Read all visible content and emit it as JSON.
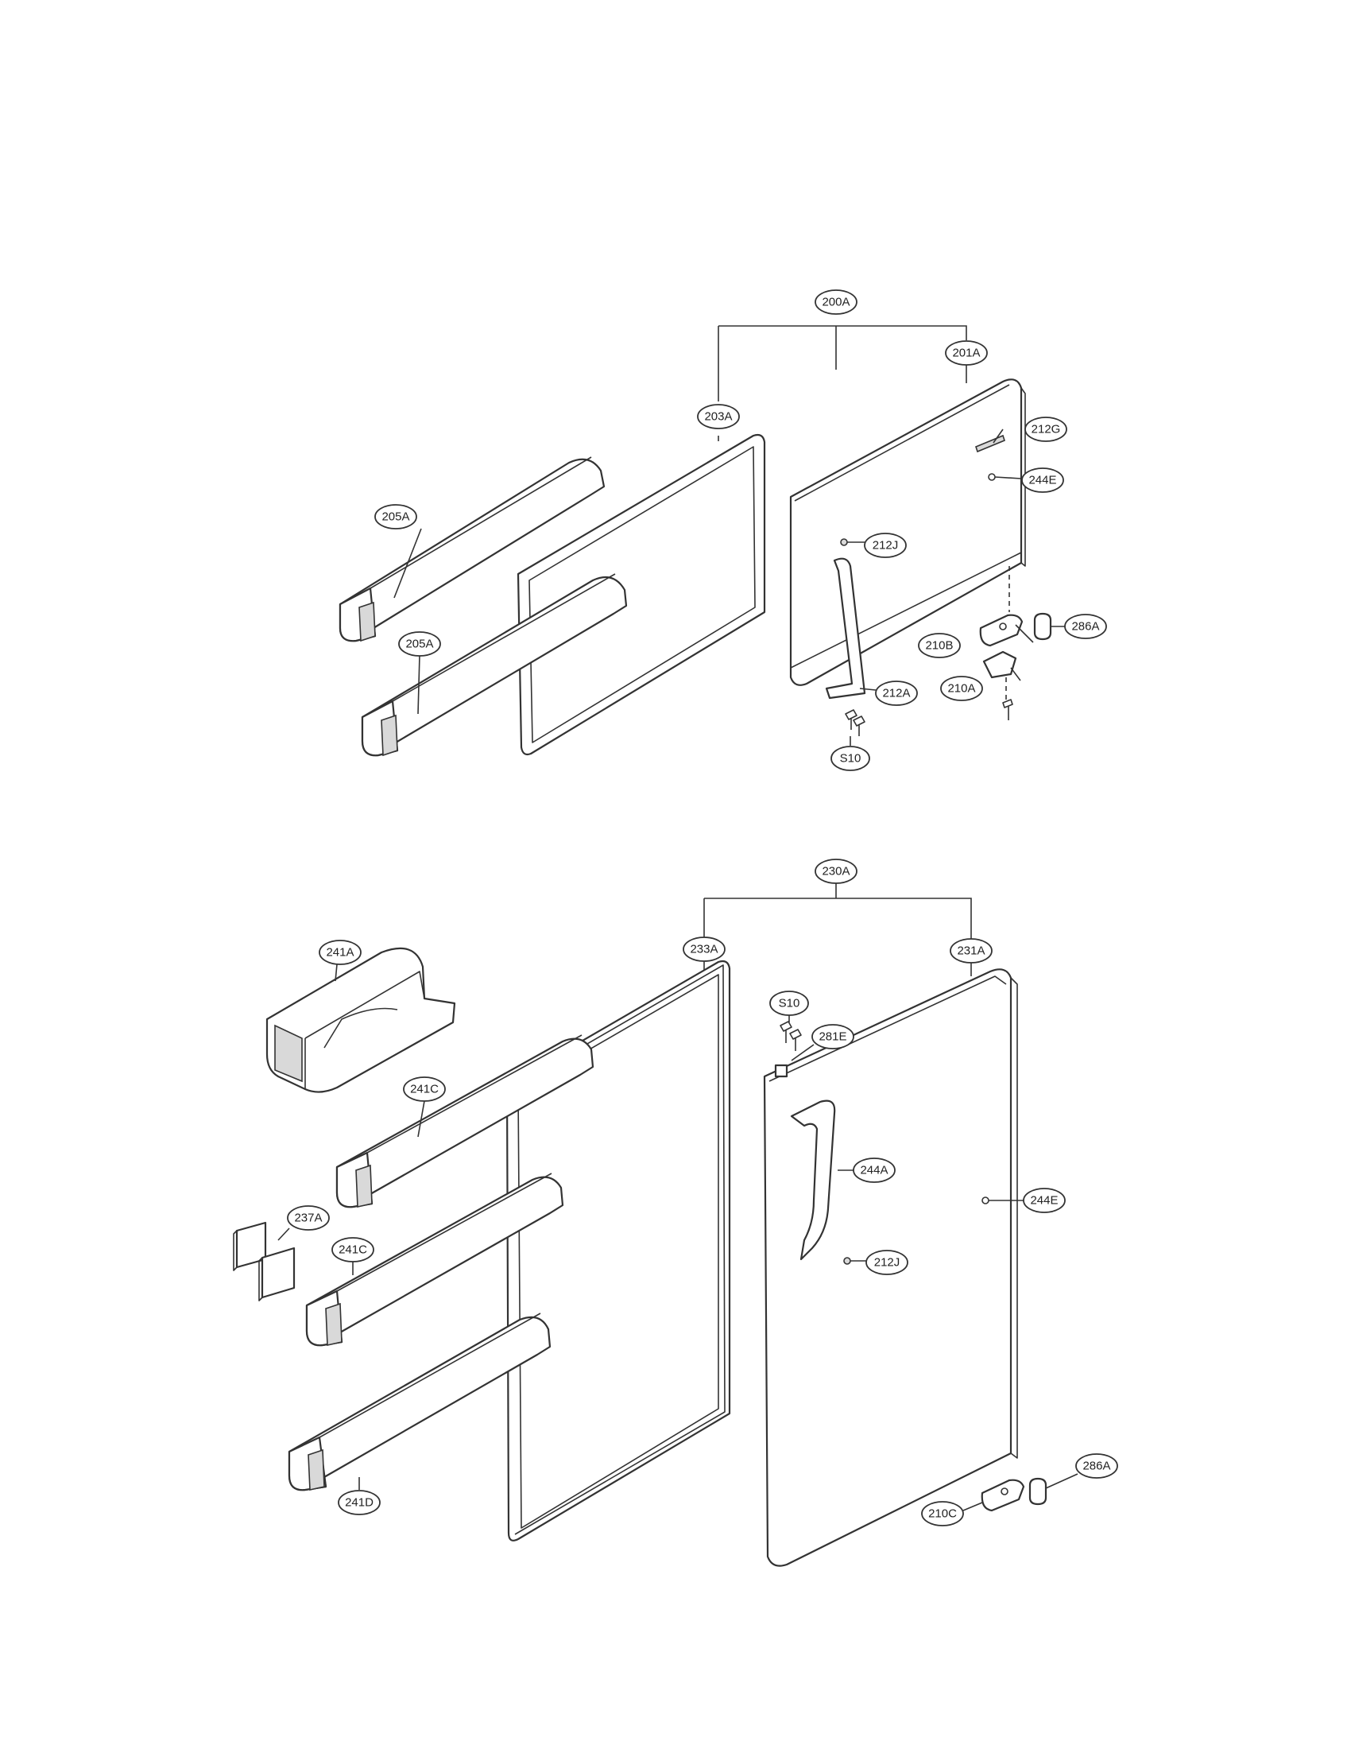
{
  "upper_door": {
    "assembly": "200A",
    "door_foam": "201A",
    "gasket": "203A",
    "basket_top": "205A",
    "basket_bottom": "205A",
    "emblem": "212G",
    "cap_right": "244E",
    "screw_cap": "212J",
    "handle": "212A",
    "hinge_upper": "210B",
    "hinge_lower": "210A",
    "bushing": "286A",
    "screw": "S10"
  },
  "lower_door": {
    "assembly": "230A",
    "door_foam": "231A",
    "gasket": "233A",
    "dairy_basket": "241A",
    "basket_top": "241C",
    "basket_mid": "241C",
    "basket_bottom": "241D",
    "divider": "237A",
    "screw": "S10",
    "stopper": "281E",
    "handle": "244A",
    "cap_right": "244E",
    "screw_cap": "212J",
    "bushing": "286A",
    "hinge": "210C"
  }
}
